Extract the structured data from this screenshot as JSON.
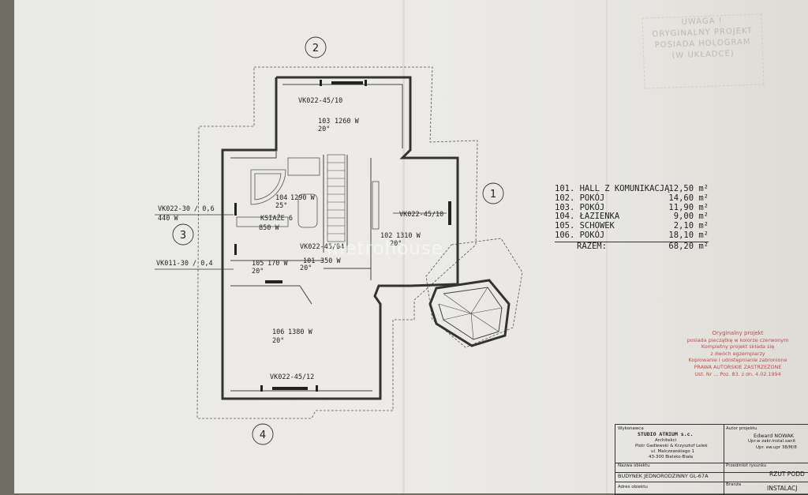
{
  "axes": [
    "1",
    "2",
    "3",
    "4"
  ],
  "rooms": [
    {
      "code": "103",
      "power": "1260 W",
      "temp": "20°"
    },
    {
      "code": "104",
      "power": "1290 W",
      "temp": "25°"
    },
    {
      "code": "102",
      "power": "1310 W",
      "temp": "20°"
    },
    {
      "code": "105",
      "power": "170 W",
      "temp": "20°"
    },
    {
      "code": "101",
      "power": "350 W",
      "temp": "20°"
    },
    {
      "code": "106",
      "power": "1380 W",
      "temp": "20°"
    }
  ],
  "radiators": {
    "top": "VK022-45/10",
    "left_upper": "VK022-30 / 0,6",
    "left_upper_power": "440 W",
    "shelf": "KSIAŻE 6",
    "shelf_power": "850 W",
    "middle": "VK022-45/04",
    "left_lower": "VK011-30 / 0,4",
    "right": "VK022-45/10",
    "bottom": "VK022-45/12"
  },
  "room_table": [
    {
      "label": "101. HALL Z KOMUNIKACJĄ",
      "value": "12,50 m²"
    },
    {
      "label": "102. POKÓJ",
      "value": "14,60 m²"
    },
    {
      "label": "103. POKÓJ",
      "value": "11,90 m²"
    },
    {
      "label": "104. ŁAZIENKA",
      "value": "9,00 m²"
    },
    {
      "label": "105. SCHOWEK",
      "value": "2,10 m²"
    },
    {
      "label": "106. POKÓJ",
      "value": "18,10 m²"
    }
  ],
  "room_total": {
    "label": "RAZEM:",
    "value": "68,20 m²"
  },
  "stamp": {
    "line1": "UWAGA !",
    "line2": "ORYGINALNY PROJEKT",
    "line3": "POSIADA HOLOGRAM",
    "line4": "(W UKŁADCE)"
  },
  "red_note": {
    "line1": "Oryginalny projekt",
    "line2": "posiada pieczątkę w kolorze czerwonym",
    "line3": "Kompletny projekt składa się",
    "line4": "z dwóch egzemplarzy",
    "line5": "Kopiowanie i udostępnianie zabronione",
    "line6": "PRAWA AUTORSKIE ZASTRZEŻONE",
    "line7": "Ust. Nr ... Poz. 83. z dn. 4.02.1994"
  },
  "title_block": {
    "wykonawca_label": "Wykonawca",
    "studio": "STUDIO ATRIUM s.c.",
    "architects_label": "Architekci",
    "architects": "Piotr Gadlewski & Krzysztof Lelek",
    "street": "ul. Malczewskiego 1",
    "city": "43-300 Bielsko-Biała",
    "author_label": "Autor projektu",
    "author": "Edward NOWAK",
    "perm1": "Upr.w zakr.instal.sanit",
    "perm2": "Upr. ew.upr 38/M/8",
    "object_label": "Nazwa obiektu",
    "object": "BUDYNEK JEDNORODZINNY  GL-67A",
    "drawing_label": "Przedmiot rysunku",
    "drawing": "RZUT PODD",
    "address_label": "Adres obiektu",
    "branch_label": "Branża",
    "branch": "INSTALACJ"
  },
  "watermark": "metrohouse"
}
